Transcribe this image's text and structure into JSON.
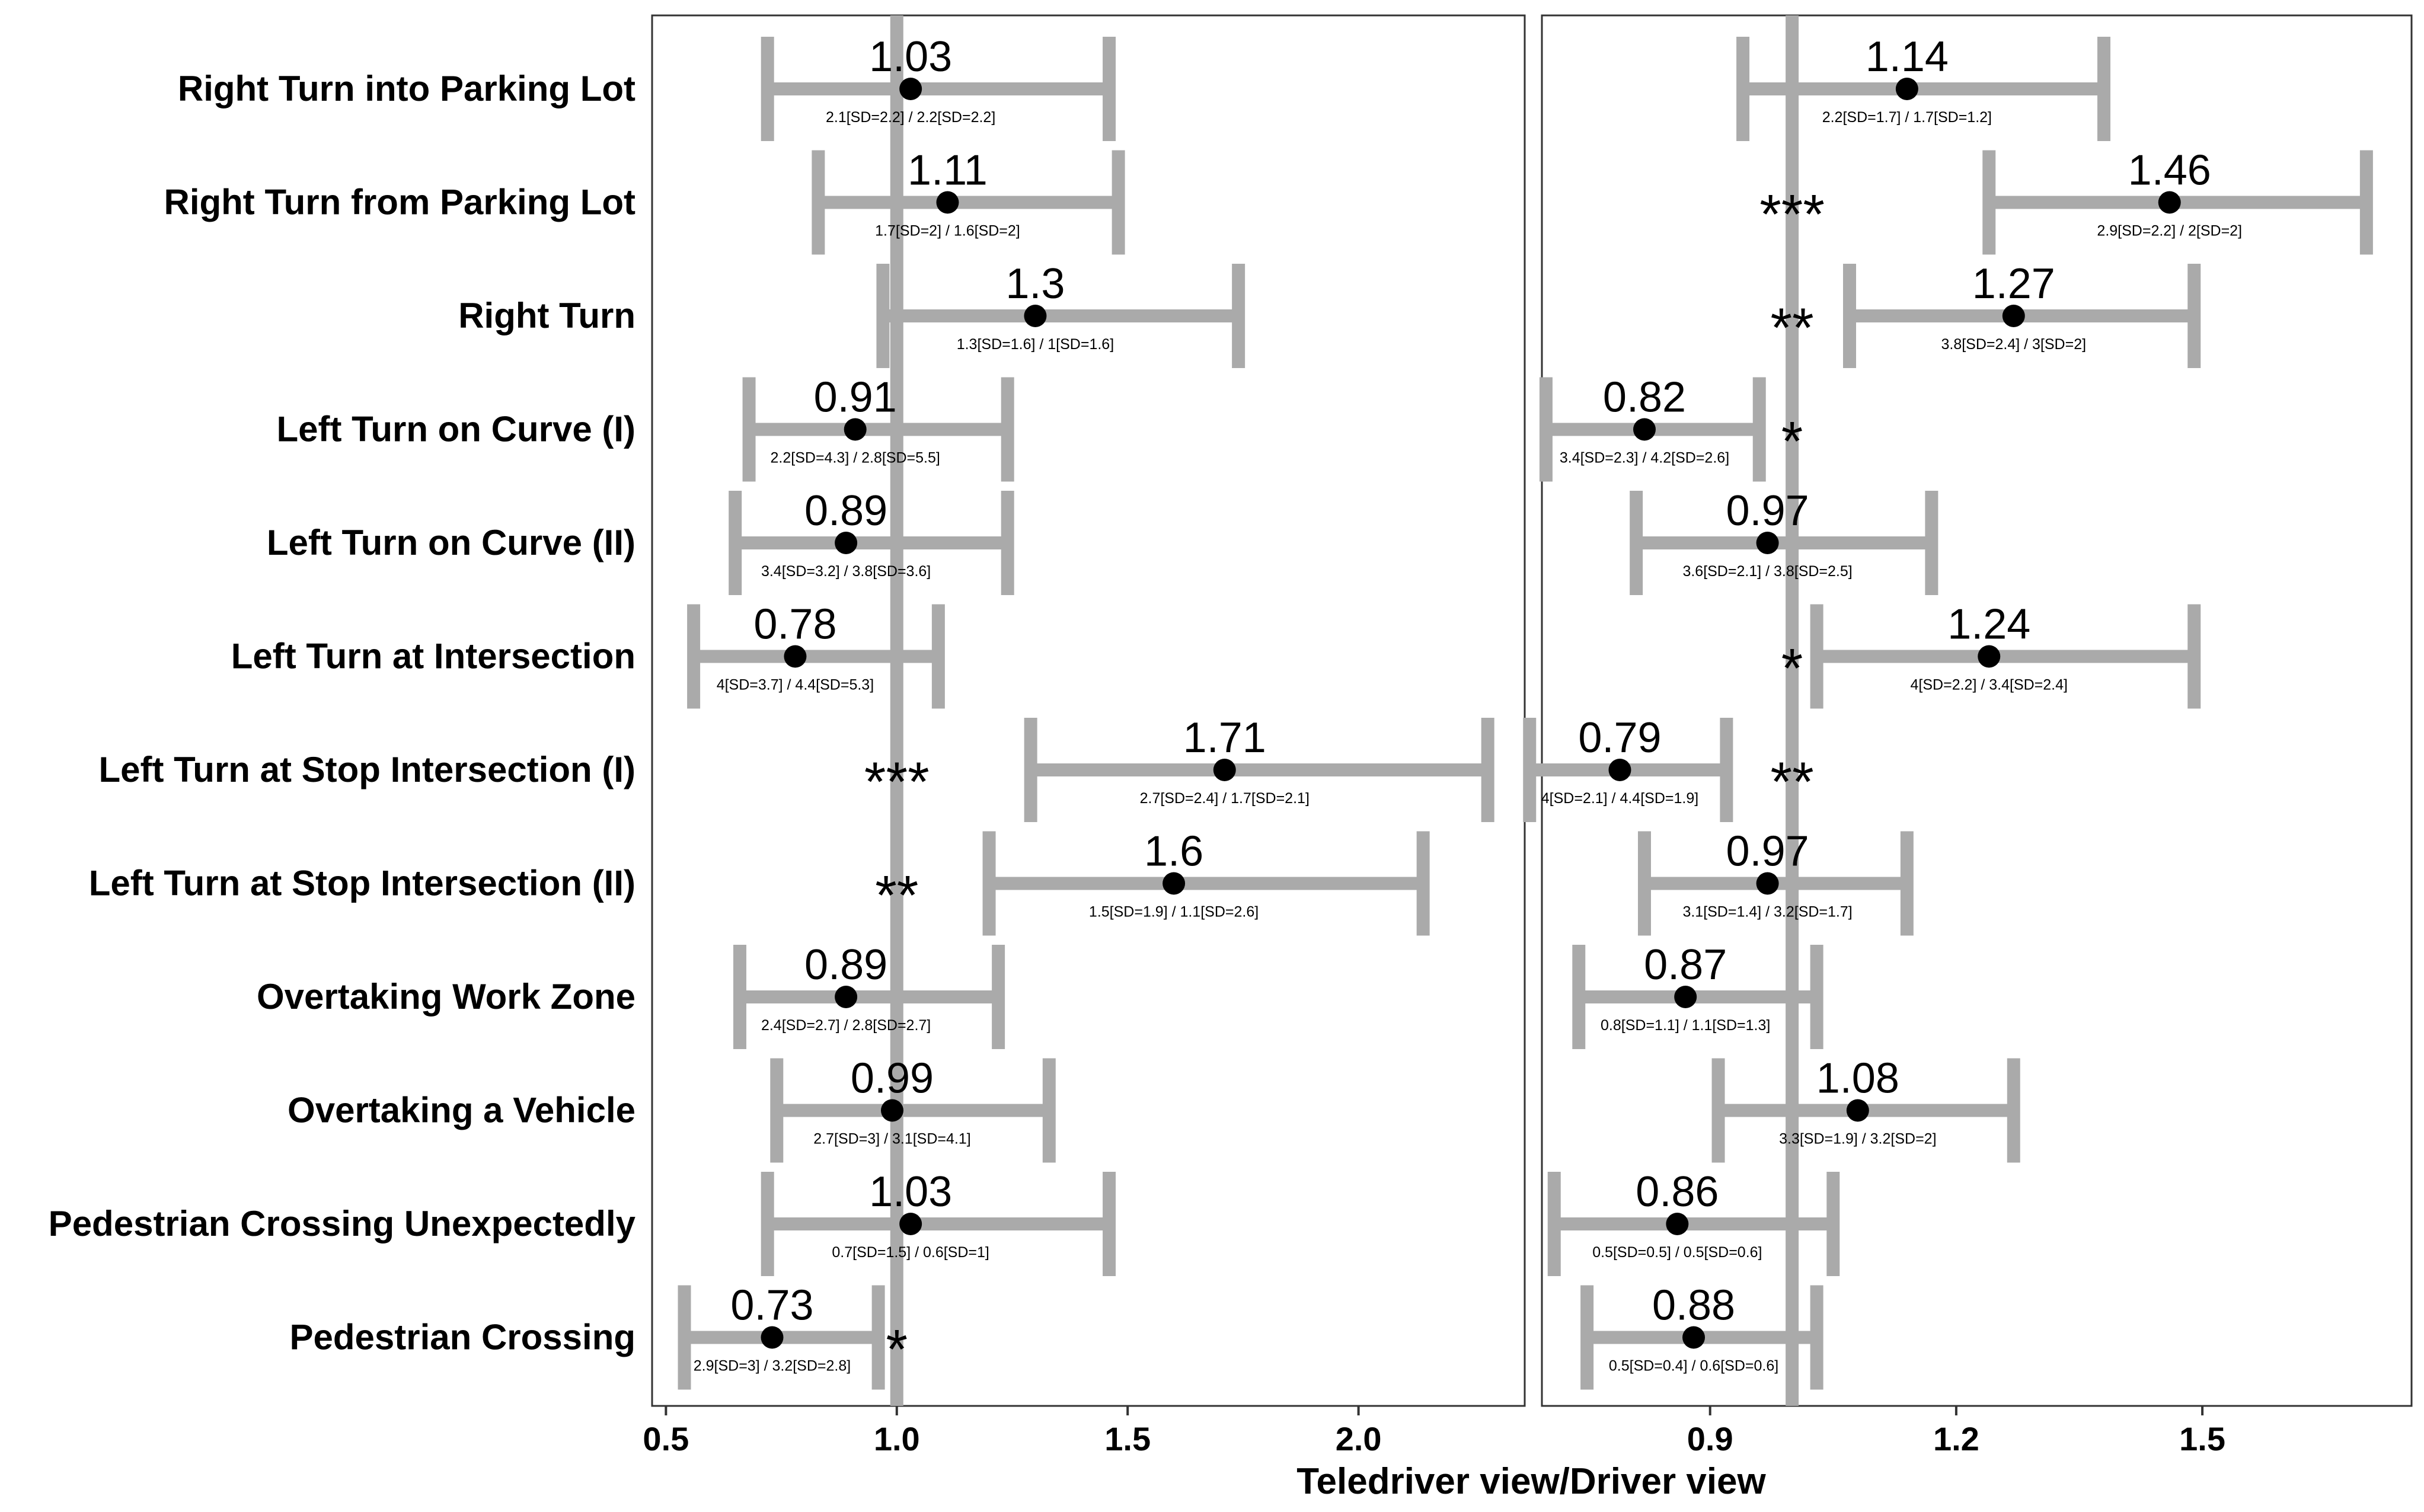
{
  "chart_data": {
    "type": "scatter",
    "subtype": "forest-plot",
    "xlabel": "Teledriver view/Driver view",
    "categories": [
      "Right Turn into Parking Lot",
      "Right Turn from Parking Lot",
      "Right Turn",
      "Left Turn on Curve (I)",
      "Left Turn on Curve (II)",
      "Left Turn at Intersection",
      "Left Turn at Stop Intersection (I)",
      "Left Turn at Stop Intersection (II)",
      "Overtaking Work Zone",
      "Overtaking a Vehicle",
      "Pedestrian Crossing Unexpectedly",
      "Pedestrian Crossing"
    ],
    "colors": {
      "errorbar": "#aaaaaa",
      "point": "#000000",
      "refline": "#aaaaaa",
      "frame": "#333333"
    },
    "panels": [
      {
        "reference_line": 1.0,
        "xlim": [
          0.47,
          2.36
        ],
        "ticks": [
          0.5,
          1.0,
          1.5,
          2.0
        ],
        "tick_labels": [
          "0.5",
          "1.0",
          "1.5",
          "2.0"
        ],
        "rows": [
          {
            "estimate": 1.03,
            "label": "1.03",
            "ci": [
              0.72,
              1.46
            ],
            "detail": "2.1[SD=2.2] / 2.2[SD=2.2]",
            "sig": ""
          },
          {
            "estimate": 1.11,
            "label": "1.11",
            "ci": [
              0.83,
              1.48
            ],
            "detail": "1.7[SD=2] / 1.6[SD=2]",
            "sig": ""
          },
          {
            "estimate": 1.3,
            "label": "1.3",
            "ci": [
              0.97,
              1.74
            ],
            "detail": "1.3[SD=1.6] / 1[SD=1.6]",
            "sig": ""
          },
          {
            "estimate": 0.91,
            "label": "0.91",
            "ci": [
              0.68,
              1.24
            ],
            "detail": "2.2[SD=4.3] / 2.8[SD=5.5]",
            "sig": ""
          },
          {
            "estimate": 0.89,
            "label": "0.89",
            "ci": [
              0.65,
              1.24
            ],
            "detail": "3.4[SD=3.2] / 3.8[SD=3.6]",
            "sig": ""
          },
          {
            "estimate": 0.78,
            "label": "0.78",
            "ci": [
              0.56,
              1.09
            ],
            "detail": "4[SD=3.7] / 4.4[SD=5.3]",
            "sig": ""
          },
          {
            "estimate": 1.71,
            "label": "1.71",
            "ci": [
              1.29,
              2.28
            ],
            "detail": "2.7[SD=2.4] / 1.7[SD=2.1]",
            "sig": "***"
          },
          {
            "estimate": 1.6,
            "label": "1.6",
            "ci": [
              1.2,
              2.14
            ],
            "detail": "1.5[SD=1.9] / 1.1[SD=2.6]",
            "sig": "**"
          },
          {
            "estimate": 0.89,
            "label": "0.89",
            "ci": [
              0.66,
              1.22
            ],
            "detail": "2.4[SD=2.7] / 2.8[SD=2.7]",
            "sig": ""
          },
          {
            "estimate": 0.99,
            "label": "0.99",
            "ci": [
              0.74,
              1.33
            ],
            "detail": "2.7[SD=3] / 3.1[SD=4.1]",
            "sig": ""
          },
          {
            "estimate": 1.03,
            "label": "1.03",
            "ci": [
              0.72,
              1.46
            ],
            "detail": "0.7[SD=1.5] / 0.6[SD=1]",
            "sig": ""
          },
          {
            "estimate": 0.73,
            "label": "0.73",
            "ci": [
              0.54,
              0.96
            ],
            "detail": "2.9[SD=3] / 3.2[SD=2.8]",
            "sig": "*"
          }
        ]
      },
      {
        "reference_line": 1.0,
        "xlim": [
          0.695,
          1.755
        ],
        "ticks": [
          0.9,
          1.2,
          1.5
        ],
        "tick_labels": [
          "0.9",
          "1.2",
          "1.5"
        ],
        "rows": [
          {
            "estimate": 1.14,
            "label": "1.14",
            "ci": [
              0.94,
              1.38
            ],
            "detail": "2.2[SD=1.7] / 1.7[SD=1.2]",
            "sig": ""
          },
          {
            "estimate": 1.46,
            "label": "1.46",
            "ci": [
              1.24,
              1.7
            ],
            "detail": "2.9[SD=2.2] / 2[SD=2]",
            "sig": "***"
          },
          {
            "estimate": 1.27,
            "label": "1.27",
            "ci": [
              1.07,
              1.49
            ],
            "detail": "3.8[SD=2.4] / 3[SD=2]",
            "sig": "**"
          },
          {
            "estimate": 0.82,
            "label": "0.82",
            "ci": [
              0.7,
              0.96
            ],
            "detail": "3.4[SD=2.3] / 4.2[SD=2.6]",
            "sig": "*"
          },
          {
            "estimate": 0.97,
            "label": "0.97",
            "ci": [
              0.81,
              1.17
            ],
            "detail": "3.6[SD=2.1] / 3.8[SD=2.5]",
            "sig": ""
          },
          {
            "estimate": 1.24,
            "label": "1.24",
            "ci": [
              1.03,
              1.49
            ],
            "detail": "4[SD=2.2] / 3.4[SD=2.4]",
            "sig": "*"
          },
          {
            "estimate": 0.79,
            "label": "0.79",
            "ci": [
              0.68,
              0.92
            ],
            "detail": "4[SD=2.1] / 4.4[SD=1.9]",
            "sig": "**"
          },
          {
            "estimate": 0.97,
            "label": "0.97",
            "ci": [
              0.82,
              1.14
            ],
            "detail": "3.1[SD=1.4] / 3.2[SD=1.7]",
            "sig": ""
          },
          {
            "estimate": 0.87,
            "label": "0.87",
            "ci": [
              0.74,
              1.03
            ],
            "detail": "0.8[SD=1.1] / 1.1[SD=1.3]",
            "sig": ""
          },
          {
            "estimate": 1.08,
            "label": "1.08",
            "ci": [
              0.91,
              1.27
            ],
            "detail": "3.3[SD=1.9] / 3.2[SD=2]",
            "sig": ""
          },
          {
            "estimate": 0.86,
            "label": "0.86",
            "ci": [
              0.71,
              1.05
            ],
            "detail": "0.5[SD=0.5] / 0.5[SD=0.6]",
            "sig": ""
          },
          {
            "estimate": 0.88,
            "label": "0.88",
            "ci": [
              0.75,
              1.03
            ],
            "detail": "0.5[SD=0.4] / 0.6[SD=0.6]",
            "sig": ""
          }
        ]
      }
    ]
  }
}
